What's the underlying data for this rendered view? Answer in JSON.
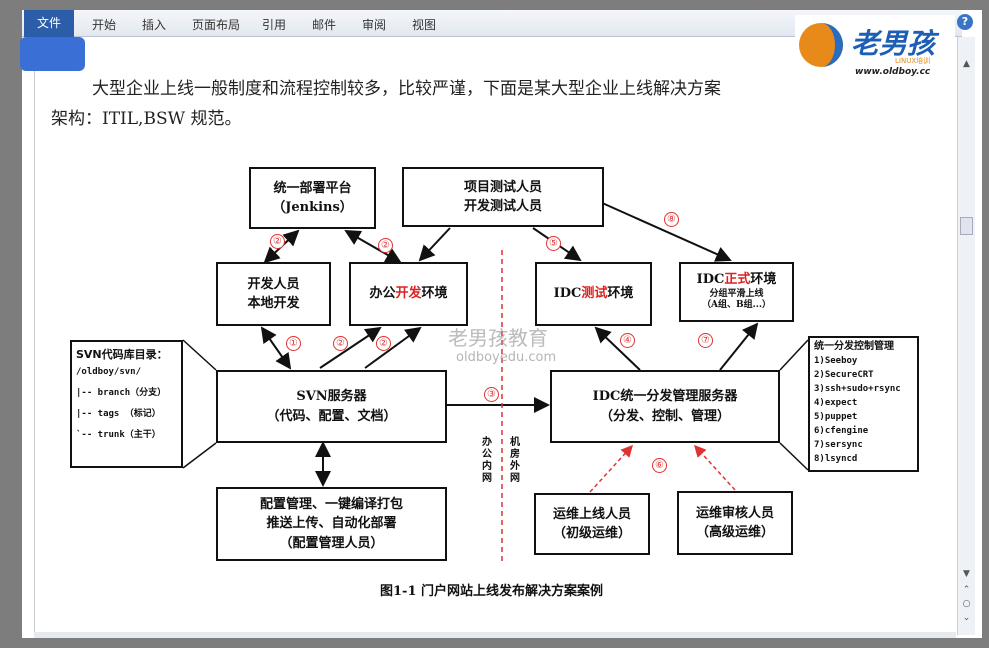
{
  "ribbon": {
    "tabs": [
      "文件",
      "开始",
      "插入",
      "页面布局",
      "引用",
      "邮件",
      "审阅",
      "视图"
    ]
  },
  "logo": {
    "name": "老男孩",
    "sub": "LINUX培训",
    "url": "www.oldboy.cc"
  },
  "document": {
    "paragraph_line1": "大型企业上线一般制度和流程控制较多，比较严谨，下面是某大型企业上线解决方案",
    "paragraph_line2": "架构：ITIL,BSW 规范。"
  },
  "diagram": {
    "jenkins": [
      "统一部署平台",
      "（Jenkins）"
    ],
    "testers": [
      "项目测试人员",
      "开发测试人员"
    ],
    "dev_local": [
      "开发人员",
      "本地开发"
    ],
    "office_dev": {
      "a": "办公",
      "b": "开发",
      "c": "环境"
    },
    "idc_test": {
      "a": "IDC",
      "b": "测试",
      "c": "环境"
    },
    "idc_prod": {
      "a": "IDC",
      "b": "正式",
      "c": "环境",
      "d": "分组平滑上线",
      "e": "（A组、B组...）"
    },
    "svn_repo": {
      "title": "SVN代码库目录：",
      "lines": [
        "/oldboy/svn/",
        "|-- branch（分支）",
        "|-- tags  （标记）",
        "`-- trunk（主干）"
      ]
    },
    "svn_server": [
      "SVN服务器",
      "（代码、配置、文档）"
    ],
    "idc_server": [
      "IDC统一分发管理服务器",
      "（分发、控制、管理）"
    ],
    "tools": {
      "title": "统一分发控制管理",
      "lines": [
        "1)Seeboy",
        "2)SecureCRT",
        "3)ssh+sudo+rsync",
        "4)expect",
        "5)puppet",
        "6)cfengine",
        "7)sersync",
        "8)lsyncd"
      ]
    },
    "config_mgmt": [
      "配置管理、一键编译打包",
      "推送上传、自动化部署",
      "（配置管理人员）"
    ],
    "ops_online": [
      "运维上线人员",
      "（初级运维）"
    ],
    "ops_review": [
      "运维审核人员",
      "（高级运维）"
    ],
    "office_net": "办公内网",
    "idc_net": "机房外网",
    "numbers": [
      "②",
      "②",
      "①",
      "②",
      "②",
      "③",
      "⑤",
      "⑧",
      "④",
      "⑦",
      "⑥"
    ],
    "caption": "图1-1  门户网站上线发布解决方案案例"
  },
  "watermark": {
    "text": "老男孩教育",
    "url": "oldboyedu.com"
  }
}
